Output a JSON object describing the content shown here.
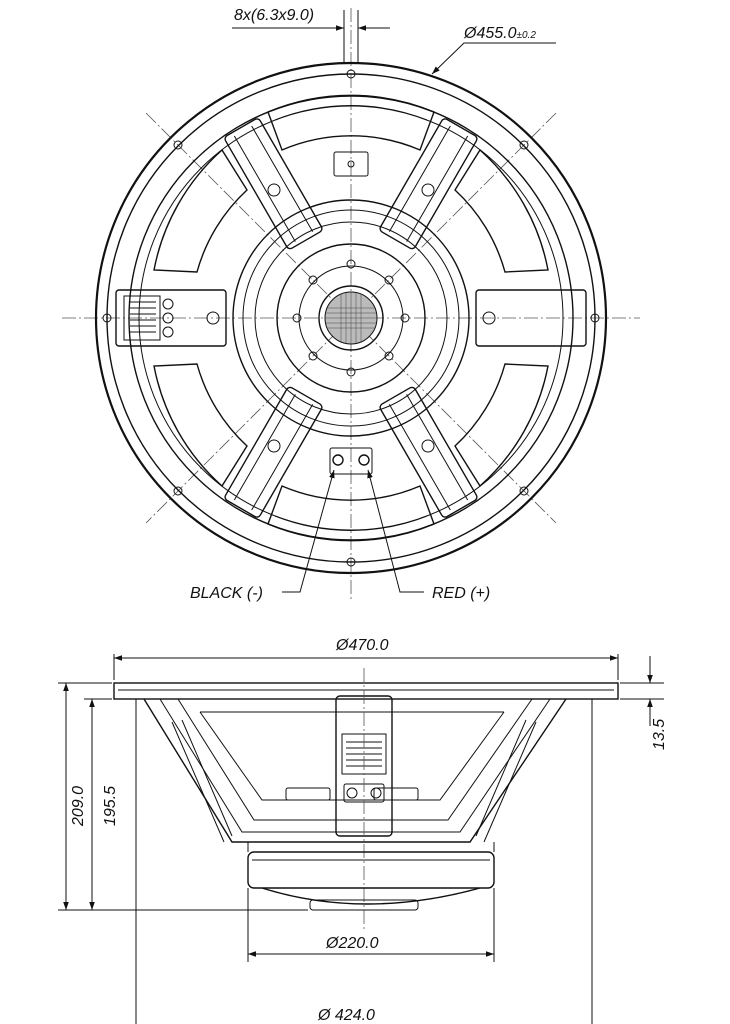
{
  "drawing": {
    "front_view": {
      "mounting_holes_label": "8x(6.3x9.0)",
      "outer_diameter_label": "Ø455.0",
      "outer_diameter_tolerance": "±0.2",
      "black_terminal_label": "BLACK (-)",
      "red_terminal_label": "RED (+)"
    },
    "side_view": {
      "frame_diameter_label": "Ø470.0",
      "flange_thickness_label": "13.5",
      "total_depth_label": "209.0",
      "depth_without_flange_label": "195.5",
      "magnet_diameter_label": "Ø220.0",
      "baffle_cutout_label": "Ø 424.0"
    }
  }
}
